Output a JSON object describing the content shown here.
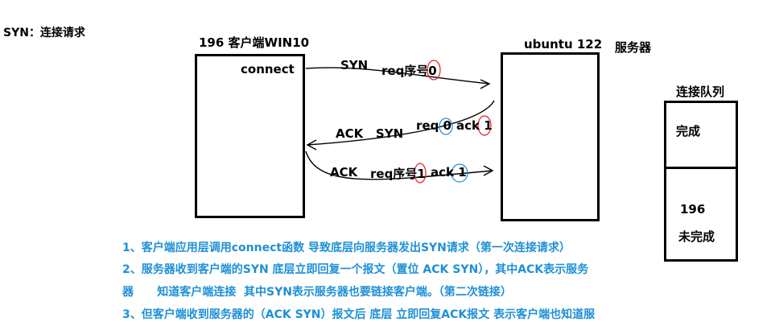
{
  "title": "SYN：连接请求",
  "client": {
    "label": "196  客户端WIN10",
    "inner": "connect"
  },
  "server": {
    "label_host": "ubuntu 122",
    "label_role": "服务器"
  },
  "messages": {
    "m1": {
      "flag": "SYN",
      "seq": "req序号0"
    },
    "m2": {
      "flags": "ACK   SYN",
      "req": "req 0",
      "ack": "ack 1"
    },
    "m3": {
      "flag": "ACK",
      "req": "req序号1",
      "ack": "ack 1"
    }
  },
  "queue": {
    "title": "连接队列",
    "done": "完成",
    "pending_id": "196",
    "pending": "未完成"
  },
  "notes": [
    "1、客户端应用层调用connect函数 导致底层向服务器发出SYN请求（第一次连接请求）",
    "2、服务器收到客户端的SYN  底层立即回复一个报文（置位 ACK SYN），其中ACK表示服务",
    "器      知道客户端连接  其中SYN表示服务器也要链接客户端。（第二次链接）",
    "3、但客户端收到服务器的（ACK SYN）报文后 底层 立即回复ACK报文 表示客户端也知道服"
  ],
  "colors": {
    "note": "#1e90d6",
    "red": "#e02020",
    "blue": "#1e90d6"
  }
}
